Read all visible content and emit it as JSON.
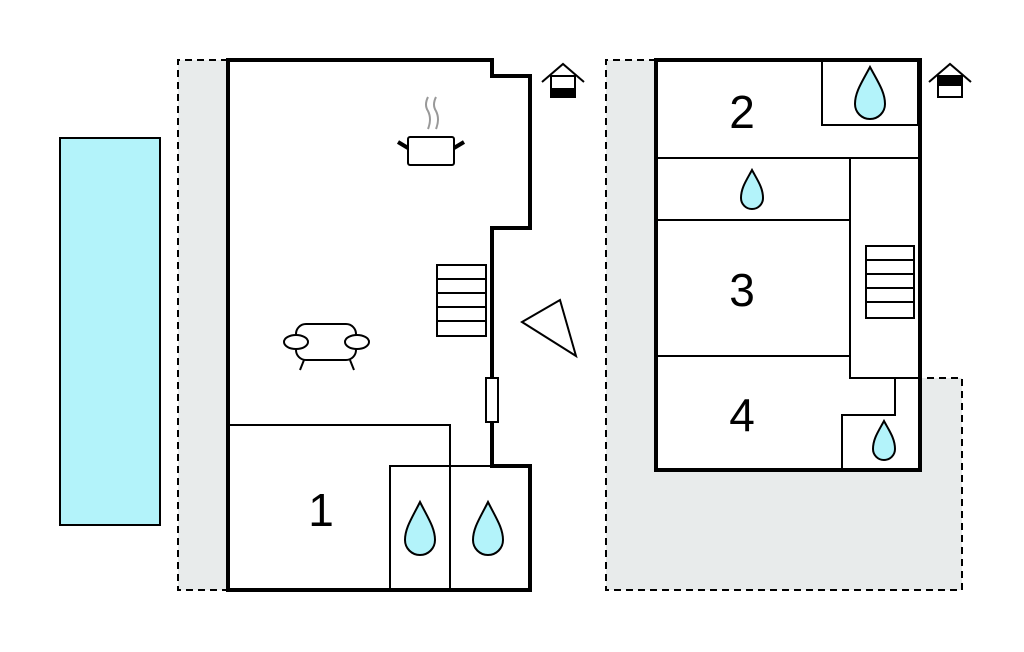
{
  "rooms": {
    "r1": "1",
    "r2": "2",
    "r3": "3",
    "r4": "4"
  },
  "colors": {
    "water": "#b3f3fa",
    "terrace": "#e8ebeb",
    "wall": "#000000"
  },
  "icons": [
    "pool",
    "kitchen-pot-icon",
    "sofa-icon",
    "stairs-icon",
    "compass-icon",
    "house-icon",
    "water-drop-icon"
  ]
}
